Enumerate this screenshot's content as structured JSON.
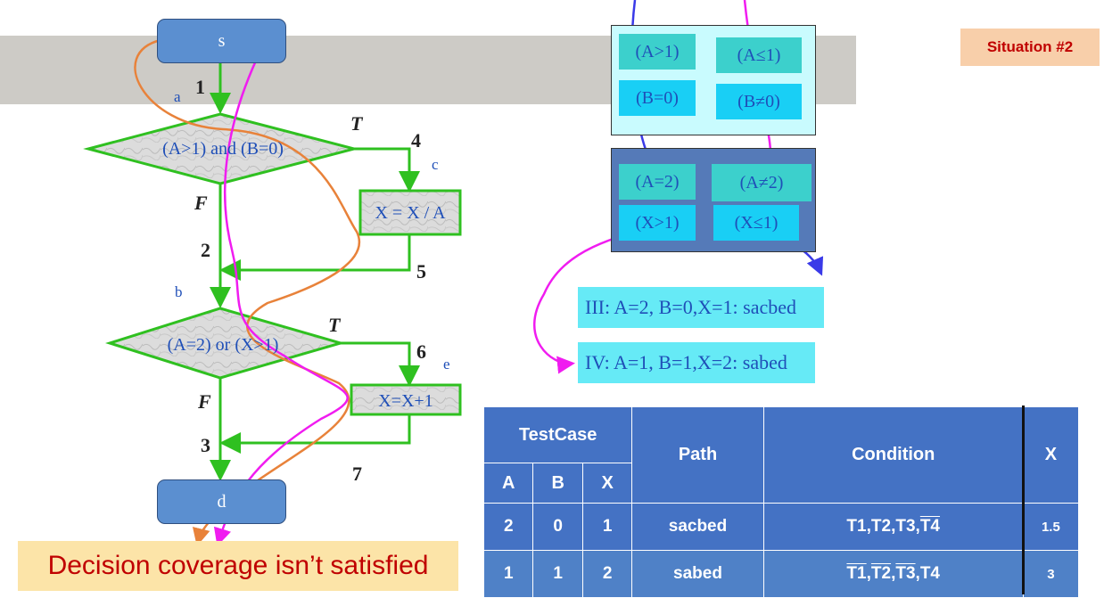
{
  "badge": "Situation #2",
  "flow": {
    "start": "s",
    "end": "d",
    "decision1": "(A>1) and (B=0)",
    "decision2": "(A=2) or (X>1)",
    "action1": "X = X / A",
    "action2": "X=X+1",
    "edge_numbers": [
      "1",
      "2",
      "3",
      "4",
      "5",
      "6",
      "7"
    ],
    "true_label": "T",
    "false_label": "F",
    "node_letters": [
      "a",
      "b",
      "c",
      "e"
    ]
  },
  "panel1": [
    "(A>1)",
    "(A≤1)",
    "(B=0)",
    "(B≠0)"
  ],
  "panel2": [
    "(A=2)",
    "(A≠2)",
    "(X>1)",
    "(X≤1)"
  ],
  "results": [
    "III: A=2, B=0,X=1: sacbed",
    "IV: A=1, B=1,X=2: sabed"
  ],
  "table": {
    "header_testcase": "TestCase",
    "header_path": "Path",
    "header_condition": "Condition",
    "header_x": "X",
    "sub": [
      "A",
      "B",
      "X"
    ],
    "rows": [
      {
        "a": "2",
        "b": "0",
        "x": "1",
        "path": "sacbed",
        "c1": "T1",
        "c2": "T2",
        "c3": "T3",
        "c4": "T4",
        "xr": "1.5"
      },
      {
        "a": "1",
        "b": "1",
        "x": "2",
        "path": "sabed",
        "c1": "T1",
        "c2": "T2",
        "c3": "T3",
        "c4": "T4",
        "xr": "3"
      }
    ]
  },
  "footer": "Decision coverage isn’t satisfied",
  "colors": {
    "flow_green": "#2fc020",
    "path_orange": "#e8823a",
    "path_magenta": "#f01cf0",
    "path_blue": "#3a3ae8",
    "table_blue": "#4472c4"
  }
}
